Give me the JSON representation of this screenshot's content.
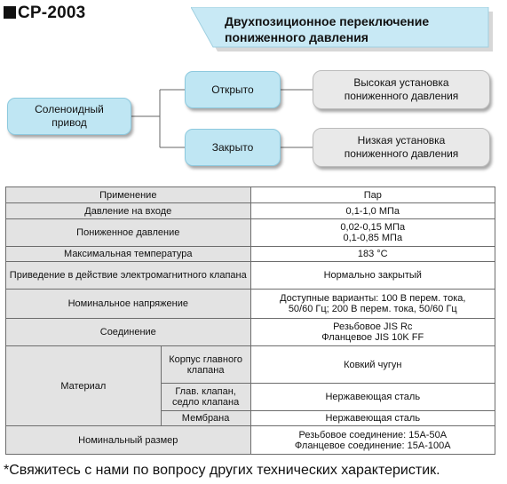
{
  "header": {
    "model": "CP-2003",
    "banner_line1": "Двухпозиционное переключение",
    "banner_line2": "пониженного давления"
  },
  "diagram": {
    "source": "Соленоидный привод",
    "branches": [
      {
        "state": "Открыто",
        "result": "Высокая установка пониженного давления"
      },
      {
        "state": "Закрыто",
        "result": "Низкая установка пониженного давления"
      }
    ]
  },
  "spec": {
    "application_label": "Применение",
    "application_value": "Пар",
    "inlet_pressure_label": "Давление на входе",
    "inlet_pressure_value": "0,1-1,0 МПа",
    "reduced_pressure_label": "Пониженное давление",
    "reduced_pressure_value_1": "0,02-0,15 МПа",
    "reduced_pressure_value_2": "0,1-0,85 МПа",
    "max_temp_label": "Максимальная температура",
    "max_temp_value": "183 °C",
    "actuation_label": "Приведение в действие электромагнитного клапана",
    "actuation_value": "Нормально закрытый",
    "voltage_label": "Номинальное напряжение",
    "voltage_value_1": "Доступные варианты: 100 В перем. тока,",
    "voltage_value_2": "50/60 Гц; 200 В перем. тока, 50/60 Гц",
    "connection_label": "Соединение",
    "connection_value_1": "Резьбовое JIS Rc",
    "connection_value_2": "Фланцевое JIS 10K FF",
    "material_label": "Материал",
    "materials": [
      {
        "part": "Корпус главного клапана",
        "value": "Ковкий чугун"
      },
      {
        "part": "Глав. клапан, седло клапана",
        "value": "Нержавеющая сталь"
      },
      {
        "part": "Мембрана",
        "value": "Нержавеющая сталь"
      }
    ],
    "size_label": "Номинальный размер",
    "size_value_1": "Резьбовое соединение: 15A-50A",
    "size_value_2": "Фланцевое соединение: 15A-100A"
  },
  "footnote": "*Свяжитесь с нами по вопросу других технических характеристик."
}
